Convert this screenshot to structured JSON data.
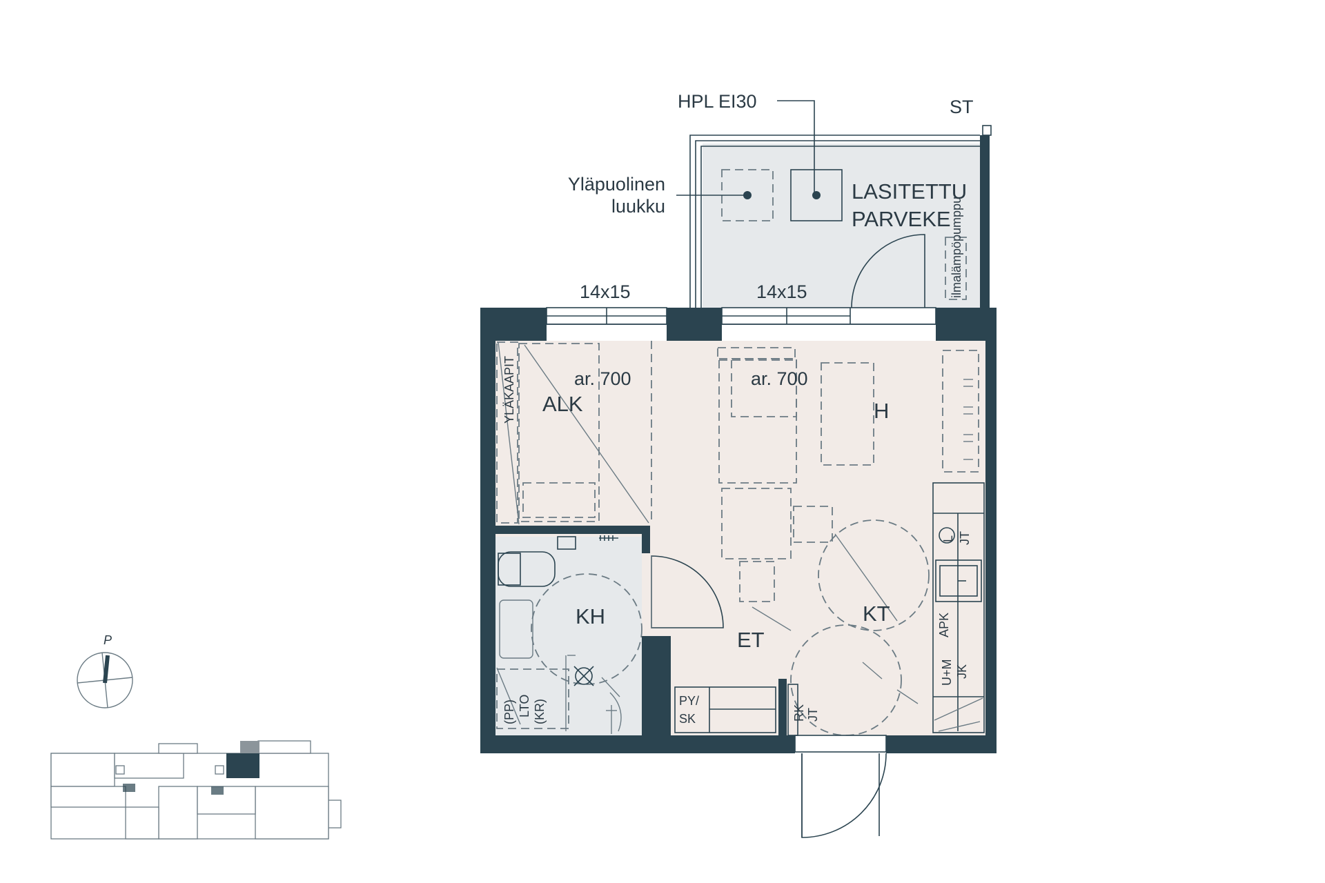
{
  "colors": {
    "wall": "#2b4450",
    "living_floor": "#f2ebe7",
    "wet_room_floor": "#e6e9eb",
    "balcony_floor": "#e6e9eb",
    "text": "#2b3a44"
  },
  "rooms": {
    "alk": "ALK",
    "h": "H",
    "kh": "KH",
    "et": "ET",
    "kt": "KT",
    "balcony_line1": "LASITETTU",
    "balcony_line2": "PARVEKE"
  },
  "annotations": {
    "st": "ST",
    "hpl": "HPL EI30",
    "hatch_line1": "Yläpuolinen",
    "hatch_line2": "luukku",
    "window_left": "14x15",
    "window_right": "14x15",
    "bed_width_left": "ar. 700",
    "bed_width_right": "ar. 700",
    "heat_pump": "ilmalämpöpumppu",
    "upper_cabinets": "YLÄKAAPIT",
    "py_sk_line1": "PY/",
    "py_sk_line2": "SK",
    "rk_jt_line1": "RK",
    "rk_jt_line2": "JT",
    "apk": "APK",
    "um_line1": "U+M",
    "um_line2": "JK",
    "kitchen_l": "L",
    "kitchen_jt": "JT",
    "bath_line1": "(PP)",
    "bath_line2": "LTO",
    "bath_line3": "(KR)"
  },
  "compass": {
    "label": "P"
  }
}
